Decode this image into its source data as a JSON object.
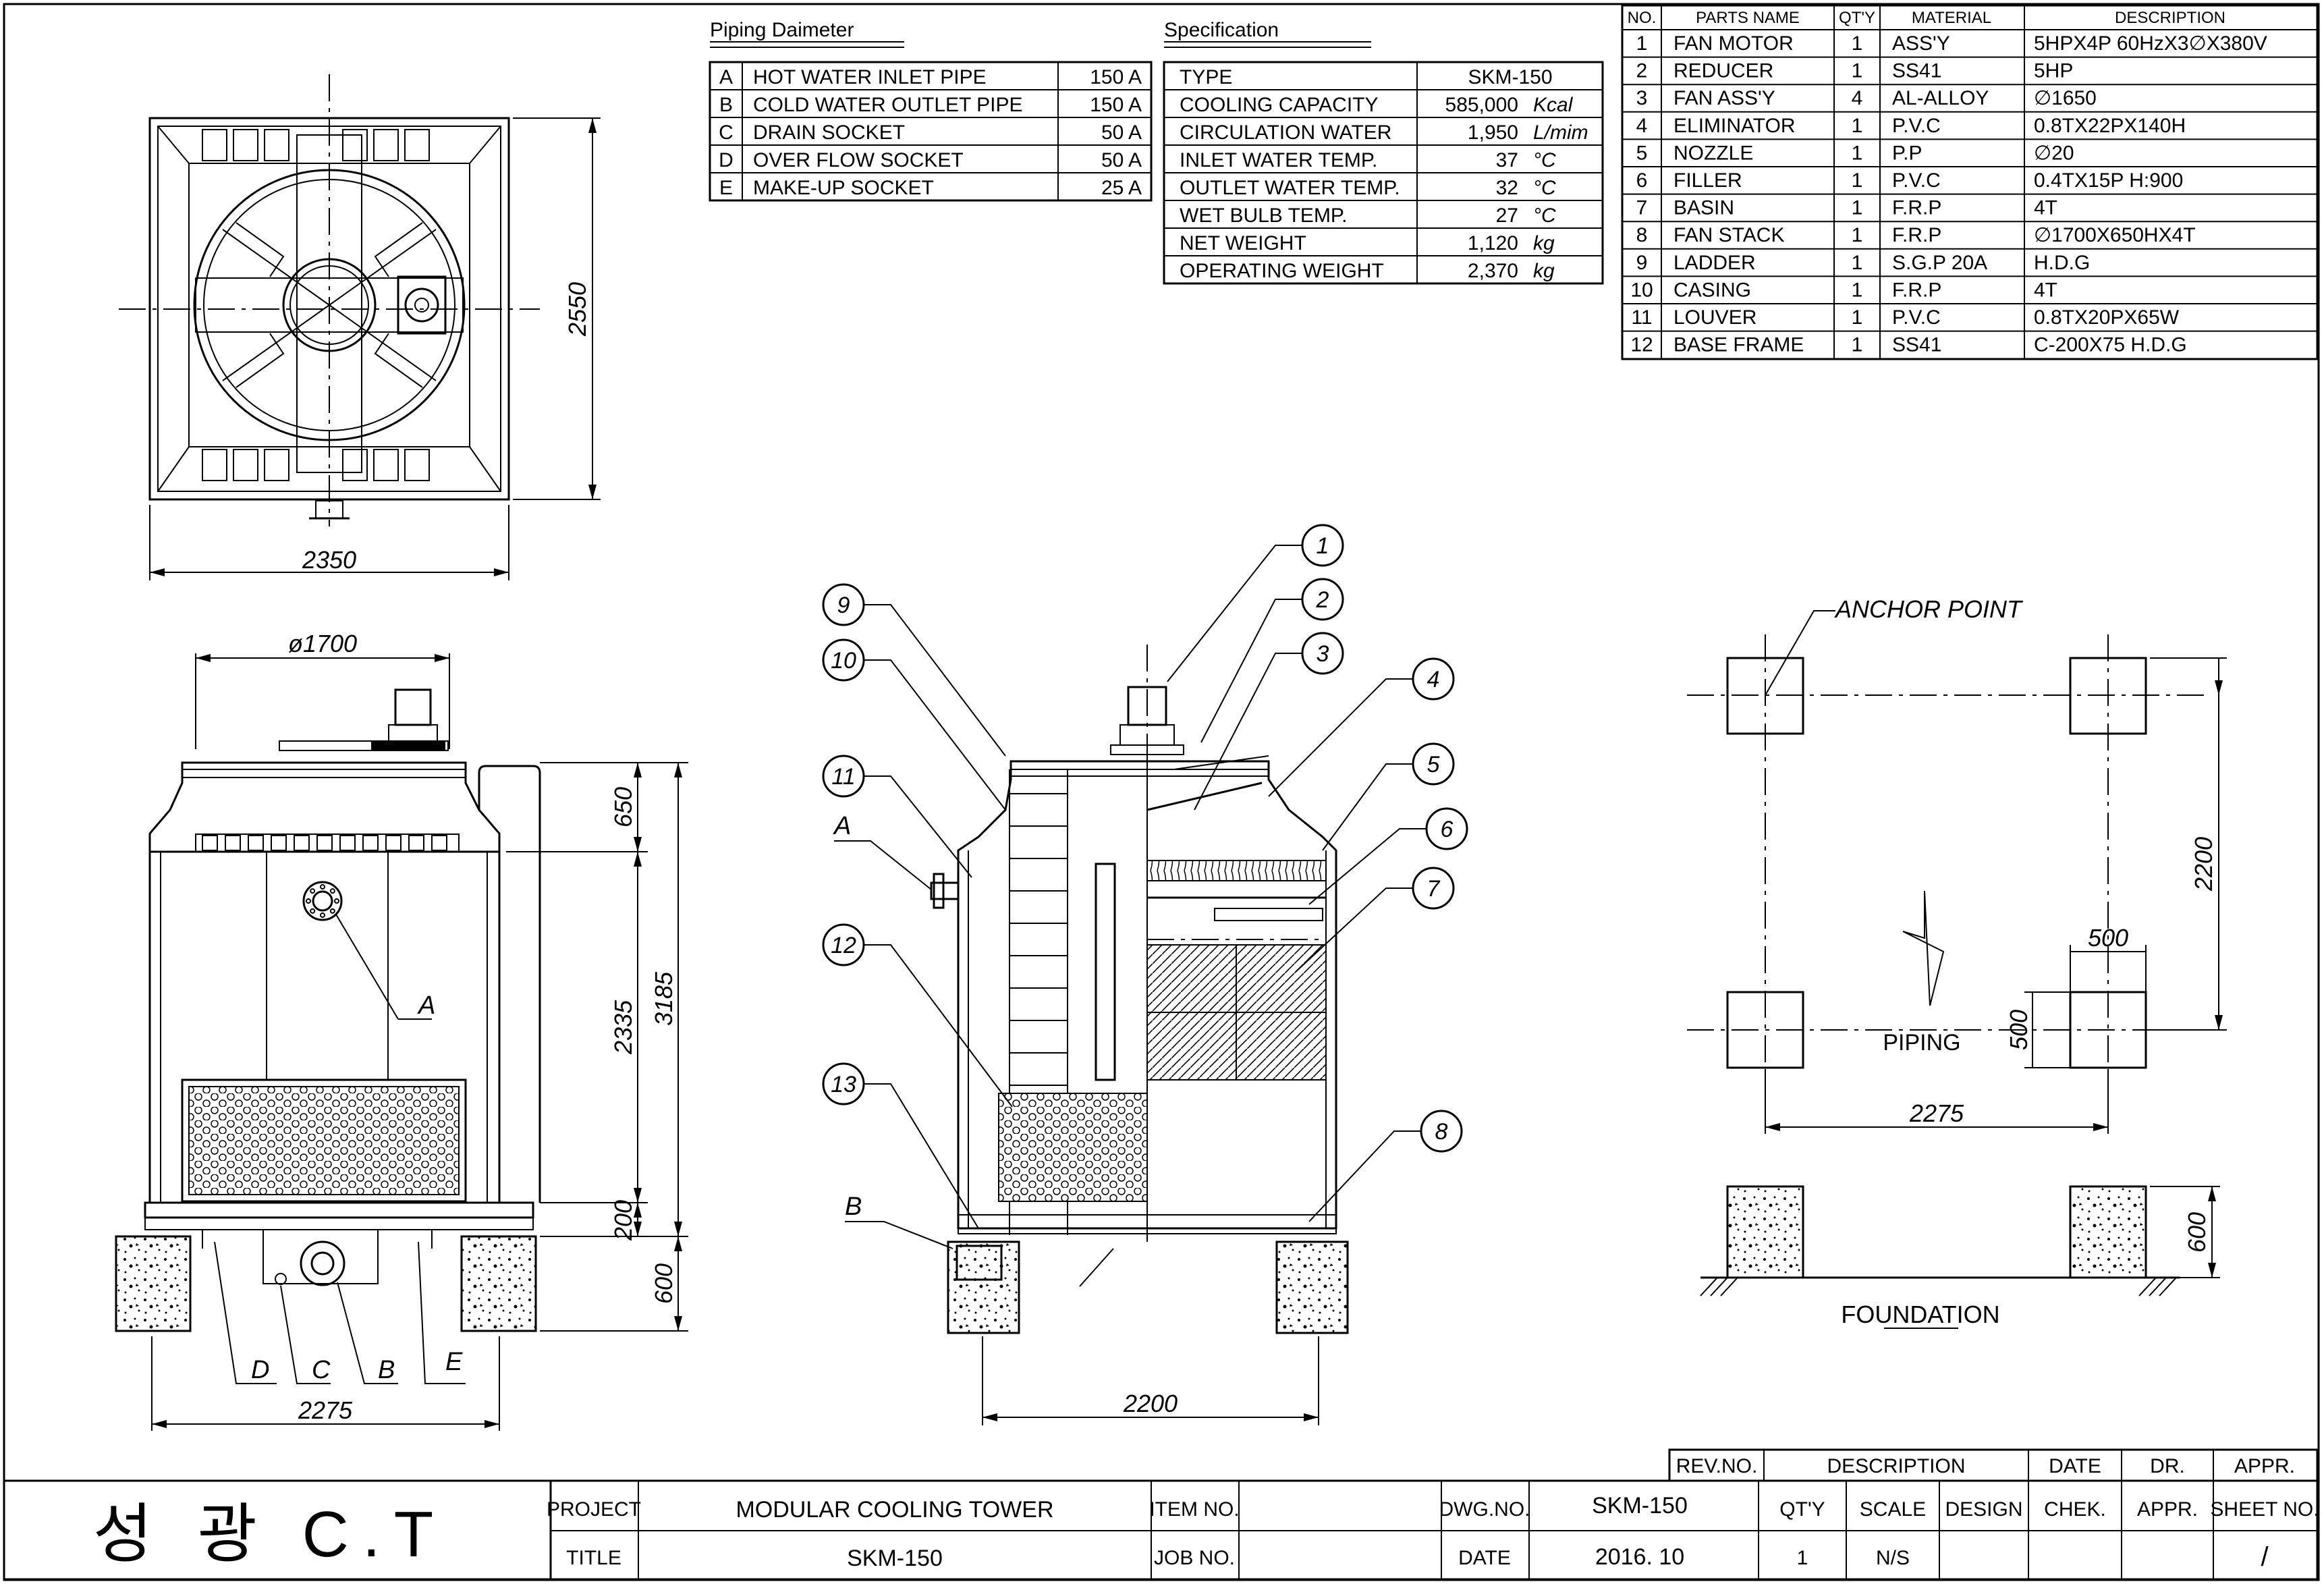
{
  "piping": {
    "title": "Piping Daimeter",
    "rows": [
      {
        "key": "A",
        "name": "HOT WATER INLET PIPE",
        "size": "150 A"
      },
      {
        "key": "B",
        "name": "COLD WATER OUTLET PIPE",
        "size": "150 A"
      },
      {
        "key": "C",
        "name": "DRAIN SOCKET",
        "size": "50 A"
      },
      {
        "key": "D",
        "name": "OVER FLOW SOCKET",
        "size": "50 A"
      },
      {
        "key": "E",
        "name": "MAKE-UP SOCKET",
        "size": "25 A"
      }
    ]
  },
  "spec": {
    "title": "Specification",
    "rows": [
      {
        "name": "TYPE",
        "value": "SKM-150",
        "unit": ""
      },
      {
        "name": "COOLING CAPACITY",
        "value": "585,000",
        "unit": "Kcal"
      },
      {
        "name": "CIRCULATION WATER",
        "value": "1,950",
        "unit": "L/mim"
      },
      {
        "name": "INLET WATER TEMP.",
        "value": "37",
        "unit": "°C"
      },
      {
        "name": "OUTLET WATER TEMP.",
        "value": "32",
        "unit": "°C"
      },
      {
        "name": "WET BULB TEMP.",
        "value": "27",
        "unit": "°C"
      },
      {
        "name": "NET WEIGHT",
        "value": "1,120",
        "unit": "kg"
      },
      {
        "name": "OPERATING WEIGHT",
        "value": "2,370",
        "unit": "kg"
      }
    ]
  },
  "parts": {
    "headers": [
      "NO.",
      "PARTS NAME",
      "QT'Y",
      "MATERIAL",
      "DESCRIPTION"
    ],
    "rows": [
      [
        "1",
        "FAN MOTOR",
        "1",
        "ASS'Y",
        "5HPX4P  60HzX3∅X380V"
      ],
      [
        "2",
        "REDUCER",
        "1",
        "SS41",
        "5HP"
      ],
      [
        "3",
        "FAN ASS'Y",
        "4",
        "AL-ALLOY",
        "∅1650"
      ],
      [
        "4",
        "ELIMINATOR",
        "1",
        "P.V.C",
        "0.8TX22PX140H"
      ],
      [
        "5",
        "NOZZLE",
        "1",
        "P.P",
        "∅20"
      ],
      [
        "6",
        "FILLER",
        "1",
        "P.V.C",
        "0.4TX15P  H:900"
      ],
      [
        "7",
        "BASIN",
        "1",
        "F.R.P",
        "4T"
      ],
      [
        "8",
        "FAN STACK",
        "1",
        "F.R.P",
        "∅1700X650HX4T"
      ],
      [
        "9",
        "LADDER",
        "1",
        "S.G.P 20A",
        "H.D.G"
      ],
      [
        "10",
        "CASING",
        "1",
        "F.R.P",
        "4T"
      ],
      [
        "11",
        "LOUVER",
        "1",
        "P.V.C",
        "0.8TX20PX65W"
      ],
      [
        "12",
        "BASE FRAME",
        "1",
        "SS41",
        "C-200X75  H.D.G"
      ]
    ]
  },
  "dims": {
    "top_width": "2350",
    "top_height": "2550",
    "fan_dia": "ø1700",
    "h650": "650",
    "h2335": "2335",
    "h3185": "3185",
    "h200": "200",
    "h600": "600",
    "front_width": "2275",
    "side_width": "2200",
    "found_2200": "2200",
    "found_500a": "500",
    "found_500b": "500",
    "found_2275": "2275",
    "found_600": "600"
  },
  "labels": {
    "A": "A",
    "B": "B",
    "C": "C",
    "D": "D",
    "E": "E",
    "anchor": "ANCHOR  POINT",
    "piping": "PIPING",
    "foundation": "FOUNDATION"
  },
  "balloons": [
    "1",
    "2",
    "3",
    "4",
    "5",
    "6",
    "7",
    "8",
    "9",
    "10",
    "11",
    "12",
    "13"
  ],
  "title_block": {
    "company": "성  광  C.T",
    "rev_no": "REV.NO.",
    "rev_desc": "DESCRIPTION",
    "rev_date": "DATE",
    "rev_dr": "DR.",
    "rev_appr": "APPR.",
    "project_label": "PROJECT",
    "project": "MODULAR COOLING TOWER",
    "title_label": "TITLE",
    "title": "SKM-150",
    "item_no": "ITEM NO.",
    "job_no": "JOB NO.",
    "dwg_no_label": "DWG.NO.",
    "dwg_no": "SKM-150",
    "date_label": "DATE",
    "date": "2016. 10",
    "qty_label": "QT'Y",
    "qty": "1",
    "scale_label": "SCALE",
    "scale": "N/S",
    "design": "DESIGN",
    "chek": "CHEK.",
    "appr": "APPR.",
    "sheet": "SHEET NO.",
    "sheet_val": "/"
  }
}
